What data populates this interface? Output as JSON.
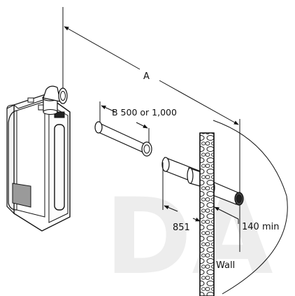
{
  "diagram": {
    "dimension_labels": {
      "a": "A",
      "b": "B 500 or 1,000",
      "left_offset": "851",
      "right_offset": "140 min"
    },
    "wall_label": "Wall",
    "watermark": "DA"
  }
}
